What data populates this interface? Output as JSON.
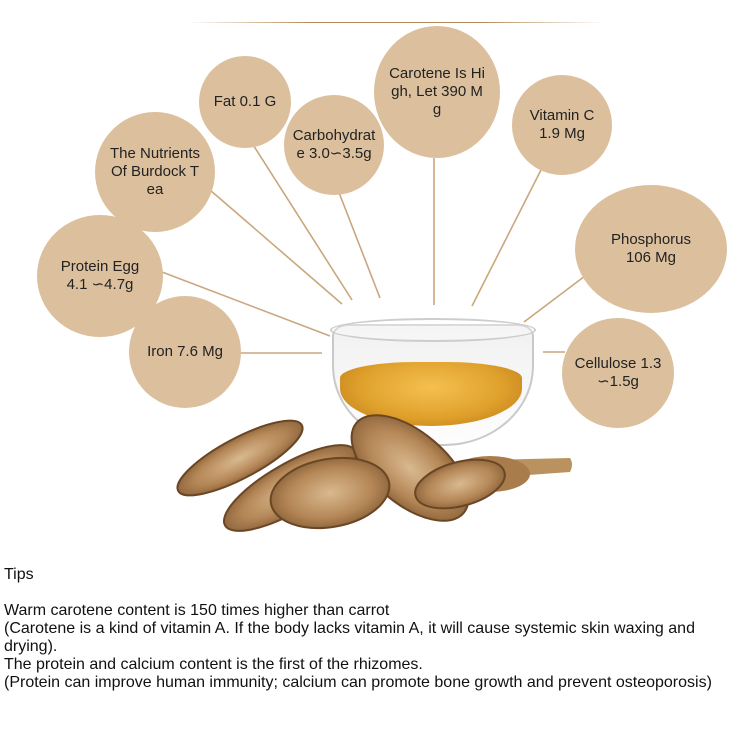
{
  "bubbles": {
    "title": "The Nutrients Of Burdock Tea",
    "fat": "Fat 0.1 G",
    "carbohydrate": "Carbohydrate 3.0∽3.5g",
    "carotene": "Carotene Is High, Let 390 Mg",
    "vitamin_c": "Vitamin C 1.9 Mg",
    "protein": "Protein Egg 4.1 ∽4.7g",
    "phosphorus": "Phosphorus 106 Mg",
    "iron": "Iron 7.6 Mg",
    "cellulose": "Cellulose 1.3∽1.5g"
  },
  "tips": {
    "title": "Tips",
    "line1": "Warm carotene content is 150 times higher than carrot",
    "line2": "(Carotene is a kind of vitamin A. If the body lacks vitamin A, it will cause systemic skin waxing and drying).",
    "line3": "The protein and calcium content is the first of the rhizomes.",
    "line4": "(Protein can improve human immunity; calcium can promote bone growth and prevent osteoporosis)"
  },
  "colors": {
    "bubble": "#dcc09e",
    "connector": "#c9a77d",
    "tea": "#e0a12c"
  }
}
